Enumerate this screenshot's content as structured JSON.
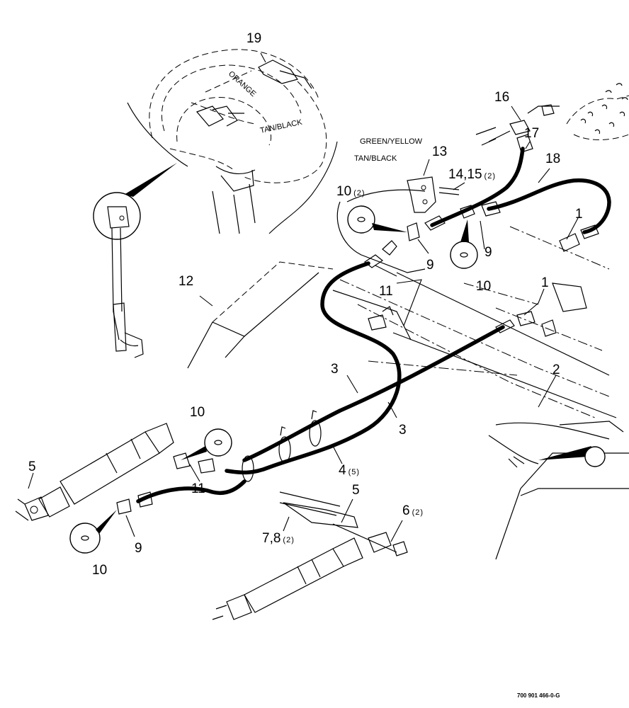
{
  "callouts": [
    {
      "id": "c19",
      "main": "19",
      "qty": ""
    },
    {
      "id": "c16",
      "main": "16",
      "qty": ""
    },
    {
      "id": "c17",
      "main": "17",
      "qty": ""
    },
    {
      "id": "c18",
      "main": "18",
      "qty": ""
    },
    {
      "id": "c13",
      "main": "13",
      "qty": ""
    },
    {
      "id": "c14",
      "main": "14,15",
      "qty": "(2)"
    },
    {
      "id": "c10a",
      "main": "10",
      "qty": "(2)"
    },
    {
      "id": "c1a",
      "main": "1",
      "qty": ""
    },
    {
      "id": "c9a",
      "main": "9",
      "qty": ""
    },
    {
      "id": "c9b",
      "main": "9",
      "qty": ""
    },
    {
      "id": "c10b",
      "main": "10",
      "qty": ""
    },
    {
      "id": "c12",
      "main": "12",
      "qty": ""
    },
    {
      "id": "c11a",
      "main": "11",
      "qty": ""
    },
    {
      "id": "c1b",
      "main": "1",
      "qty": ""
    },
    {
      "id": "c3a",
      "main": "3",
      "qty": ""
    },
    {
      "id": "c2",
      "main": "2",
      "qty": ""
    },
    {
      "id": "c3b",
      "main": "3",
      "qty": ""
    },
    {
      "id": "c10c",
      "main": "10",
      "qty": ""
    },
    {
      "id": "c5a",
      "main": "5",
      "qty": ""
    },
    {
      "id": "c11b",
      "main": "11",
      "qty": ""
    },
    {
      "id": "c4",
      "main": "4",
      "qty": "(5)"
    },
    {
      "id": "c5b",
      "main": "5",
      "qty": ""
    },
    {
      "id": "c6",
      "main": "6",
      "qty": "(2)"
    },
    {
      "id": "c78",
      "main": "7,8",
      "qty": "(2)"
    },
    {
      "id": "c9c",
      "main": "9",
      "qty": ""
    },
    {
      "id": "c10d",
      "main": "10",
      "qty": ""
    }
  ],
  "wire_labels": {
    "orange": "ORANGE",
    "tan_black_1": "TAN/BLACK",
    "green_yellow": "GREEN/YELLOW",
    "tan_black_2": "TAN/BLACK"
  },
  "drawing_ref": "700 901 466-0-G"
}
